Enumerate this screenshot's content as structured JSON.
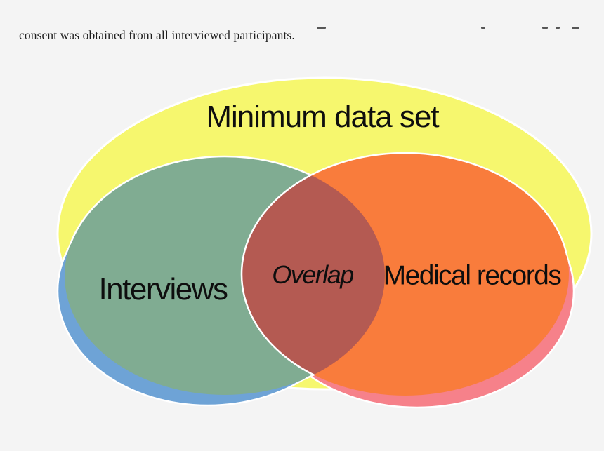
{
  "page": {
    "background": "#f4f4f4",
    "text_color": "#1e1e1e"
  },
  "header": {
    "sentence": "consent was obtained from all interviewed participants."
  },
  "venn": {
    "outline_color": "#ffffff",
    "outer": {
      "label": "Minimum data set",
      "fill": "#f6f76e"
    },
    "left": {
      "label": "Interviews",
      "fill": "#80ac92",
      "shadow_fill": "#6ea3d6"
    },
    "right": {
      "label": "Medical records",
      "fill": "#f97c3c",
      "shadow_fill": "#f6818a"
    },
    "overlap": {
      "label": "Overlap",
      "fill": "#b45a52"
    }
  }
}
